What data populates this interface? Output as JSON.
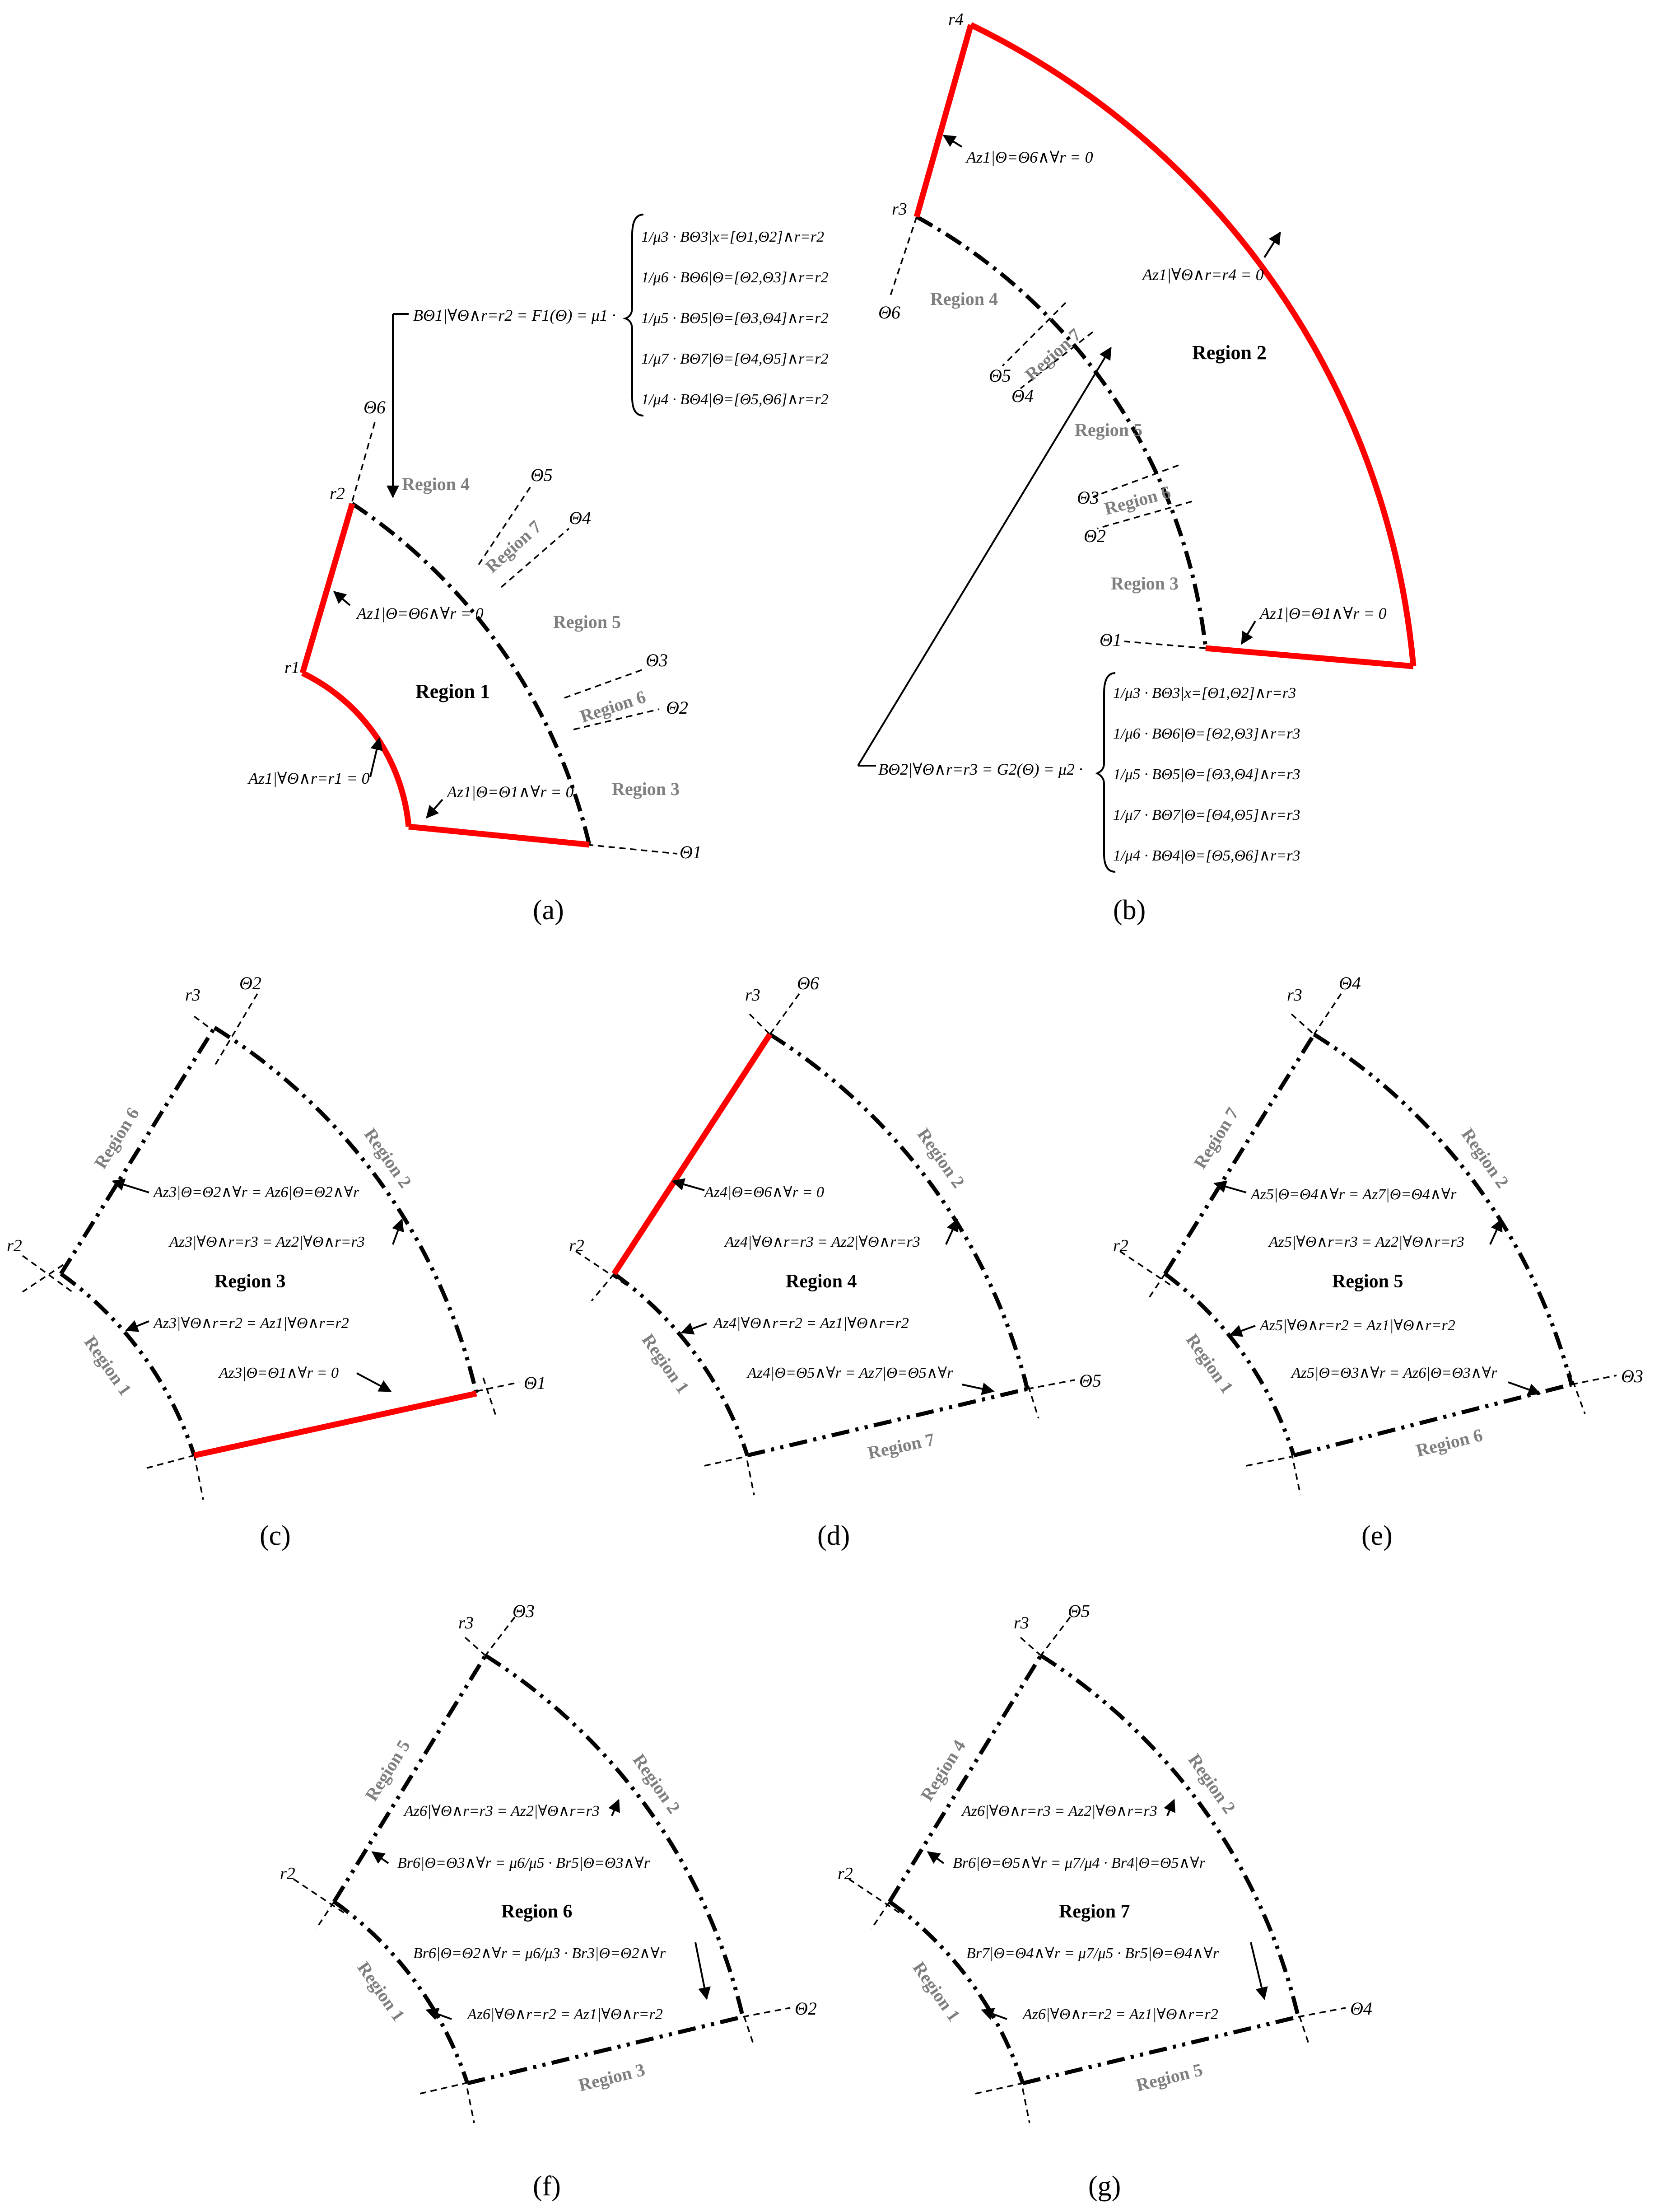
{
  "panels": {
    "a": {
      "caption": "(a)",
      "region_title": "Region 1",
      "neighbors": [
        "Region 4",
        "Region 7",
        "Region 5",
        "Region 6",
        "Region 3"
      ],
      "radii": [
        "r1",
        "r2"
      ],
      "angles": [
        "Θ6",
        "Θ5",
        "Θ4",
        "Θ3",
        "Θ2",
        "Θ1"
      ],
      "bc_left": "Az1|Θ=Θ6∧∀r = 0",
      "bc_inner": "Az1|∀Θ∧r=r1 = 0",
      "bc_bottom": "Az1|Θ=Θ1∧∀r = 0",
      "b_lhs": "BΘ1|∀Θ∧r=r2 = F1(Θ) = μ1 ·",
      "b_cases": [
        "1/μ3 · BΘ3|x=[Θ1,Θ2]∧r=r2",
        "1/μ6 · BΘ6|Θ=[Θ2,Θ3]∧r=r2",
        "1/μ5 · BΘ5|Θ=[Θ3,Θ4]∧r=r2",
        "1/μ7 · BΘ7|Θ=[Θ4,Θ5]∧r=r2",
        "1/μ4 · BΘ4|Θ=[Θ5,Θ6]∧r=r2"
      ]
    },
    "b": {
      "caption": "(b)",
      "region_title": "Region 2",
      "neighbors": [
        "Region 4",
        "Region 7",
        "Region 5",
        "Region 6",
        "Region 3"
      ],
      "radii": [
        "r3",
        "r4"
      ],
      "angles": [
        "Θ6",
        "Θ5",
        "Θ4",
        "Θ3",
        "Θ2",
        "Θ1"
      ],
      "bc_left": "Az1|Θ=Θ6∧∀r = 0",
      "bc_outer": "Az1|∀Θ∧r=r4 = 0",
      "bc_bottom": "Az1|Θ=Θ1∧∀r = 0",
      "b_lhs": "BΘ2|∀Θ∧r=r3 = G2(Θ) = μ2 ·",
      "b_cases": [
        "1/μ3 · BΘ3|x=[Θ1,Θ2]∧r=r3",
        "1/μ6 · BΘ6|Θ=[Θ2,Θ3]∧r=r3",
        "1/μ5 · BΘ5|Θ=[Θ3,Θ4]∧r=r3",
        "1/μ7 · BΘ7|Θ=[Θ4,Θ5]∧r=r3",
        "1/μ4 · BΘ4|Θ=[Θ5,Θ6]∧r=r3"
      ]
    },
    "c": {
      "caption": "(c)",
      "region_title": "Region 3",
      "n_left": "Region 6",
      "n_right": "Region 2",
      "n_inner": "Region 1",
      "r_in": "r2",
      "r_out": "r3",
      "t_left": "Θ2",
      "t_right": "Θ1",
      "eqs": [
        "Az3|Θ=Θ2∧∀r = Az6|Θ=Θ2∧∀r",
        "Az3|∀Θ∧r=r3 = Az2|∀Θ∧r=r3",
        "Az3|∀Θ∧r=r2 = Az1|∀Θ∧r=r2",
        "Az3|Θ=Θ1∧∀r = 0"
      ]
    },
    "d": {
      "caption": "(d)",
      "region_title": "Region 4",
      "n_bottom": "Region 7",
      "n_right": "Region 2",
      "n_inner": "Region 1",
      "r_in": "r2",
      "r_out": "r3",
      "t_left": "Θ6",
      "t_right": "Θ5",
      "eqs": [
        "Az4|Θ=Θ6∧∀r = 0",
        "Az4|∀Θ∧r=r3 = Az2|∀Θ∧r=r3",
        "Az4|∀Θ∧r=r2 = Az1|∀Θ∧r=r2",
        "Az4|Θ=Θ5∧∀r = Az7|Θ=Θ5∧∀r"
      ]
    },
    "e": {
      "caption": "(e)",
      "region_title": "Region 5",
      "n_left": "Region 7",
      "n_bottom": "Region 6",
      "n_right": "Region 2",
      "n_inner": "Region 1",
      "r_in": "r2",
      "r_out": "r3",
      "t_left": "Θ4",
      "t_right": "Θ3",
      "eqs": [
        "Az5|Θ=Θ4∧∀r = Az7|Θ=Θ4∧∀r",
        "Az5|∀Θ∧r=r3 = Az2|∀Θ∧r=r3",
        "Az5|∀Θ∧r=r2 = Az1|∀Θ∧r=r2",
        "Az5|Θ=Θ3∧∀r = Az6|Θ=Θ3∧∀r"
      ]
    },
    "f": {
      "caption": "(f)",
      "region_title": "Region 6",
      "n_left": "Region 5",
      "n_bottom": "Region 3",
      "n_right": "Region 2",
      "n_inner": "Region 1",
      "r_in": "r2",
      "r_out": "r3",
      "t_left": "Θ3",
      "t_right": "Θ2",
      "eqs": [
        "Az6|∀Θ∧r=r3 = Az2|∀Θ∧r=r3",
        "Br6|Θ=Θ3∧∀r = μ6/μ5 · Br5|Θ=Θ3∧∀r",
        "Br6|Θ=Θ2∧∀r = μ6/μ3 · Br3|Θ=Θ2∧∀r",
        "Az6|∀Θ∧r=r2 = Az1|∀Θ∧r=r2"
      ]
    },
    "g": {
      "caption": "(g)",
      "region_title": "Region 7",
      "n_left": "Region 4",
      "n_bottom": "Region 5",
      "n_right": "Region 2",
      "n_inner": "Region 1",
      "r_in": "r2",
      "r_out": "r3",
      "t_left": "Θ5",
      "t_right": "Θ4",
      "eqs": [
        "Az6|∀Θ∧r=r3 = Az2|∀Θ∧r=r3",
        "Br6|Θ=Θ5∧∀r = μ7/μ4 · Br4|Θ=Θ5∧∀r",
        "Br7|Θ=Θ4∧∀r = μ7/μ5 · Br5|Θ=Θ4∧∀r",
        "Az6|∀Θ∧r=r2 = Az1|∀Θ∧r=r2"
      ]
    }
  }
}
